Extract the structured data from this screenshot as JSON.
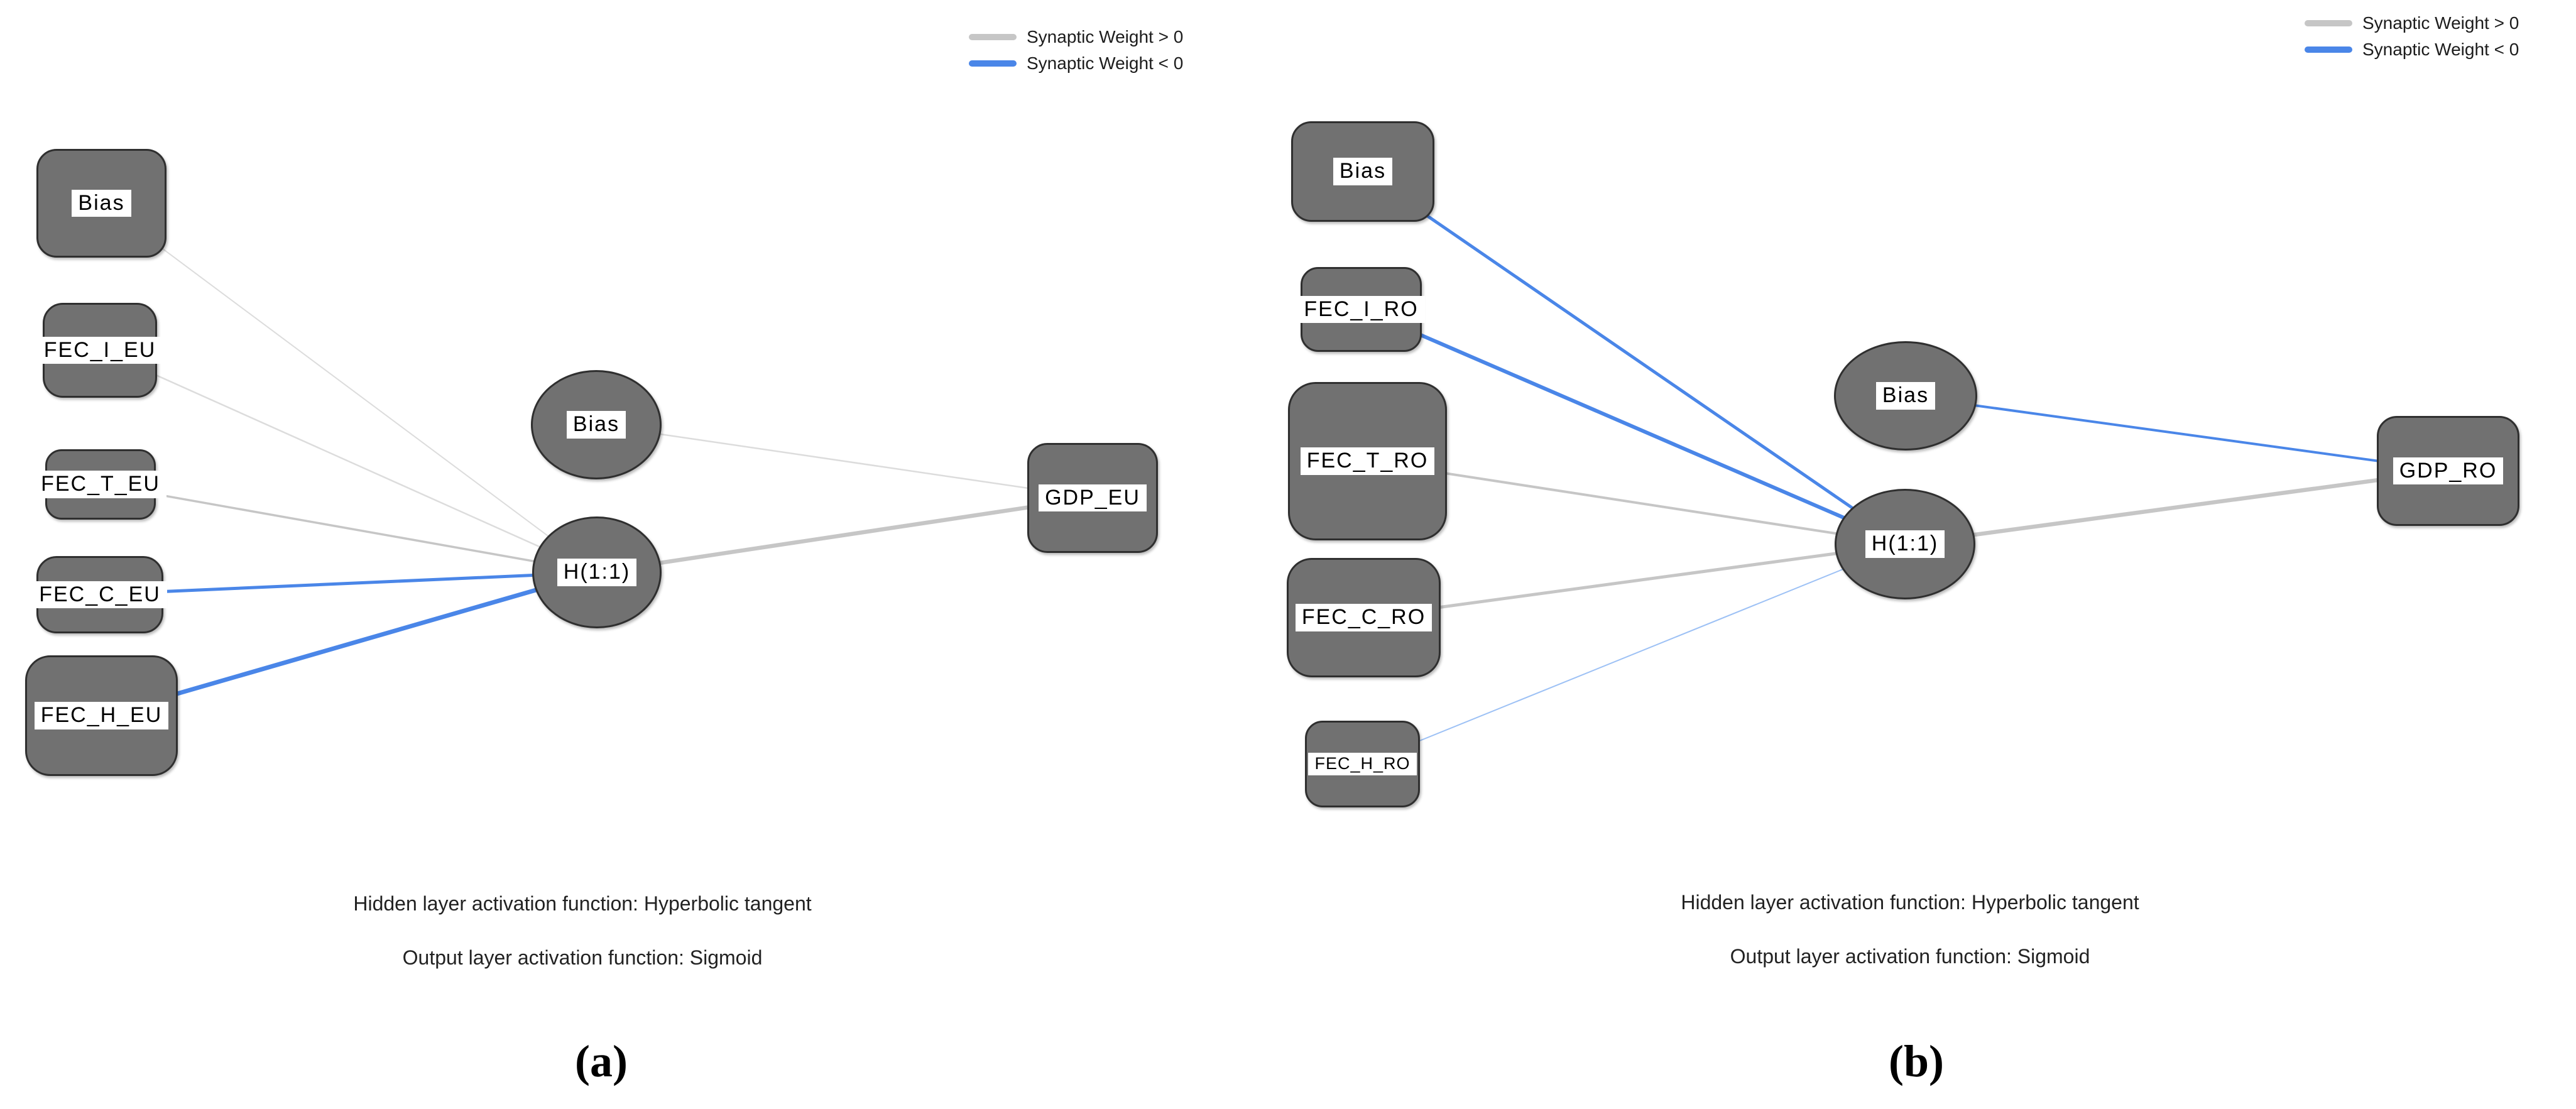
{
  "colors": {
    "positive": "#c6c6c6",
    "positive_light": "#dcdcdc",
    "negative": "#4a86e8",
    "negative_light": "#9dc1f5"
  },
  "legend": {
    "positive_label": "Synaptic Weight > 0",
    "negative_label": "Synaptic Weight < 0"
  },
  "panels": [
    {
      "label": "(a)",
      "inputs": [
        "Bias",
        "FEC_I_EU",
        "FEC_T_EU",
        "FEC_C_EU",
        "FEC_H_EU"
      ],
      "hidden_bias": "Bias",
      "hidden": "H(1:1)",
      "output": "GDP_EU",
      "captions": [
        "Hidden layer activation function: Hyperbolic tangent",
        "Output layer activation function: Sigmoid"
      ]
    },
    {
      "label": "(b)",
      "inputs": [
        "Bias",
        "FEC_I_RO",
        "FEC_T_RO",
        "FEC_C_RO",
        "FEC_H_RO"
      ],
      "hidden_bias": "Bias",
      "hidden": "H(1:1)",
      "output": "GDP_RO",
      "captions": [
        "Hidden layer activation function: Hyperbolic tangent",
        "Output layer activation function: Sigmoid"
      ]
    }
  ]
}
